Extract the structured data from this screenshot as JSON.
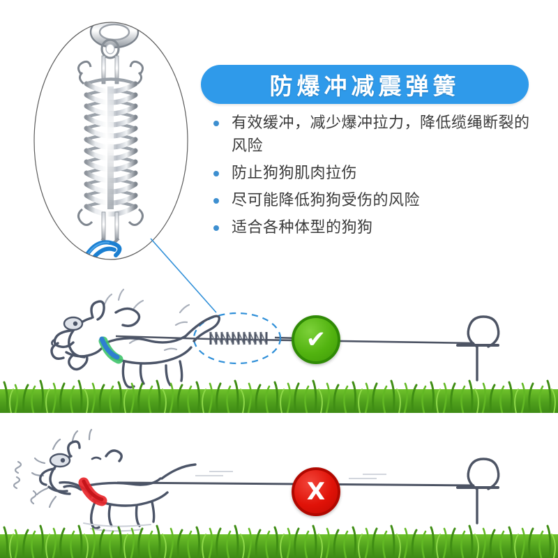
{
  "title": {
    "text": "防爆冲减震弹簧",
    "bg_color": "#2f9aea",
    "text_color": "#ffffff"
  },
  "features": [
    {
      "text": "有效缓冲，减少爆冲拉力，降低缆绳断裂的风险"
    },
    {
      "text": "防止狗狗肌肉拉伤"
    },
    {
      "text": "尽可能降低狗狗受伤的风险"
    },
    {
      "text": "适合各种体型的狗狗"
    }
  ],
  "bullet_color": "#3d8fd0",
  "photo": {
    "name": "spring-closeup-photo",
    "subject": "chrome coil shock-absorbing spring with hooks, top ring and blue rope",
    "frame_shape": "oval"
  },
  "panels": {
    "top": {
      "name": "correct-usage-panel",
      "badge": {
        "glyph": "✔",
        "kind": "check",
        "color": "#52b310"
      },
      "dog": {
        "state": "happy-running",
        "collar_color": "#3fc46a"
      },
      "leash": {
        "has_spring": true,
        "highlight": "dashed-ellipse"
      },
      "stake": {
        "name": "ground-stake"
      }
    },
    "bottom": {
      "name": "incorrect-usage-panel",
      "badge": {
        "glyph": "X",
        "kind": "cross",
        "color": "#e01208"
      },
      "dog": {
        "state": "choking-strained",
        "collar_color": "#e8262a"
      },
      "leash": {
        "has_spring": false,
        "highlight": "none"
      },
      "stake": {
        "name": "ground-stake"
      }
    }
  },
  "colors": {
    "grass_light": "#6fc22b",
    "grass_dark": "#3e8a15",
    "leash": "#4d5464",
    "dog_outline": "#4b5467",
    "dashed_ellipse": "#2f8fd8",
    "connector": "#2f8fd8"
  }
}
